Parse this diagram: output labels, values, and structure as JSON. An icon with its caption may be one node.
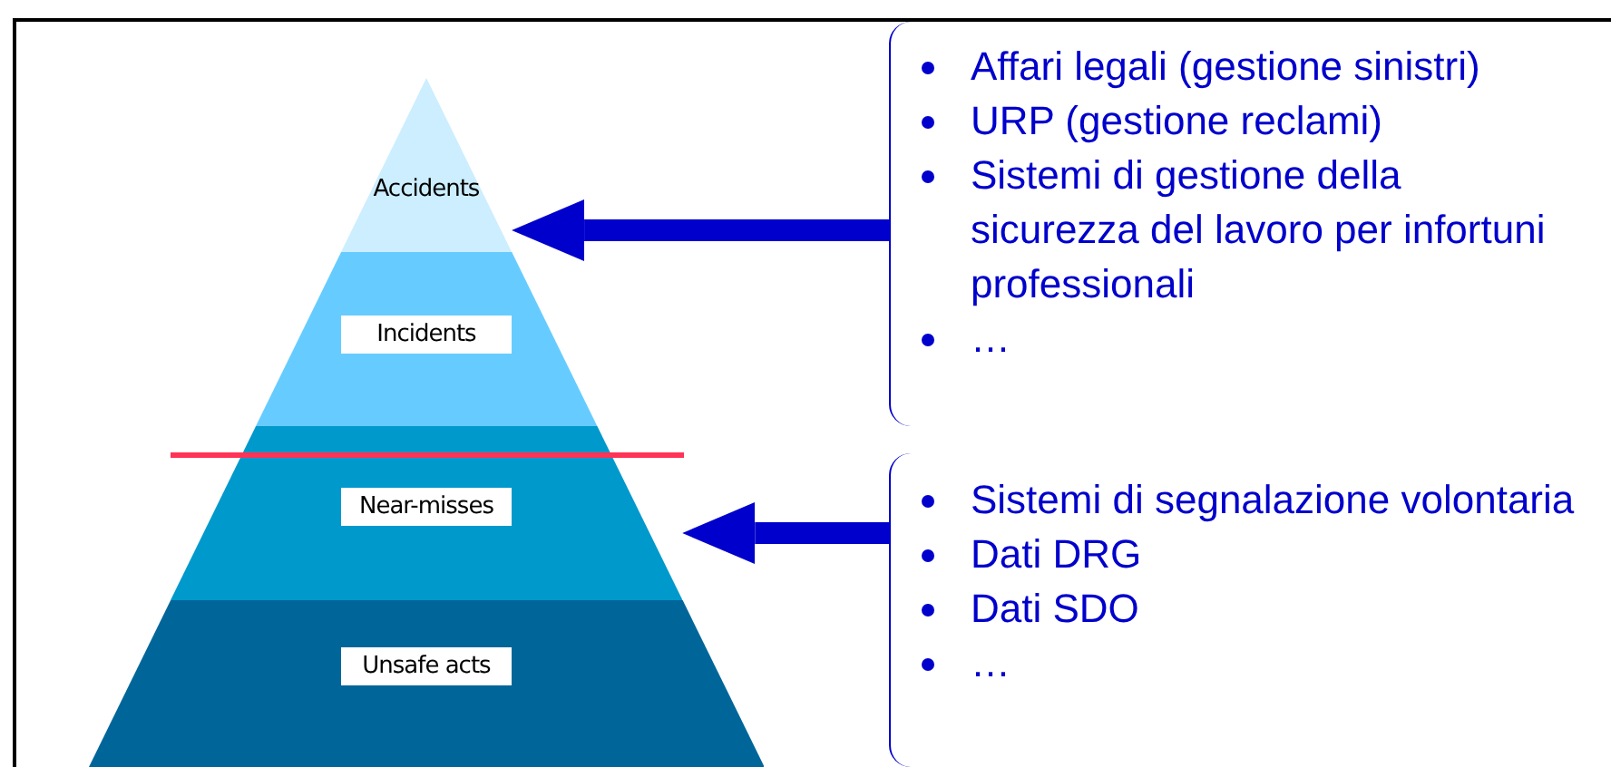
{
  "diagram": {
    "nodes": [
      {
        "text": [
          "Accidents"
        ]
      },
      {
        "text": [
          "Incidents"
        ]
      },
      {
        "text": [
          "Near-misses"
        ]
      },
      {
        "text": [
          "Unsafe acts"
        ]
      },
      {
        "text": [
          "Affari legali (gestione sinistri)",
          "URP (gestione reclami)",
          "Sistemi di gestione della sicurezza del lavoro per infortuni professionali",
          "…"
        ]
      },
      {
        "text": [
          "Sistemi di segnalazione volontaria",
          "Dati DRG",
          "Dati SDO",
          "…"
        ]
      }
    ],
    "edges": [
      {
        "from": 4,
        "to": 0,
        "arrow": "to"
      },
      {
        "from": 5,
        "to": 2,
        "arrow": "to"
      }
    ]
  }
}
